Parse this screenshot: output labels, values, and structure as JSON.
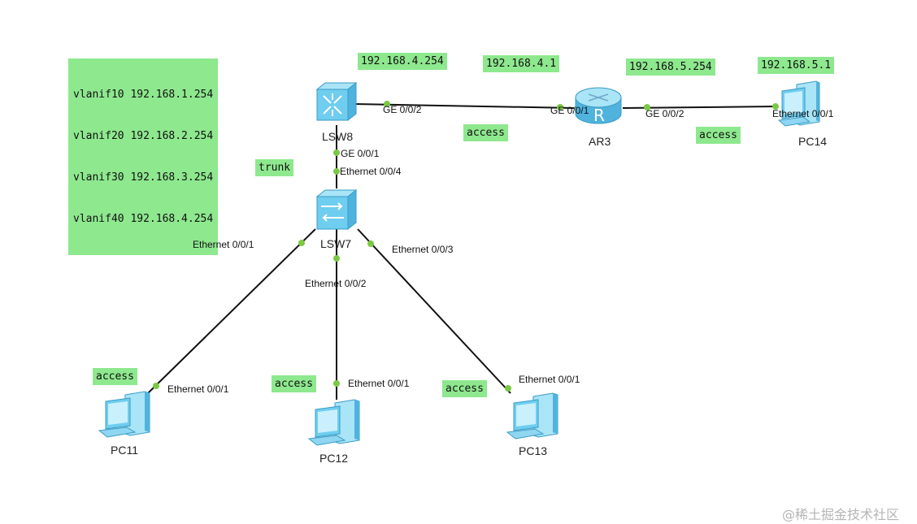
{
  "devices": {
    "lsw8": {
      "name": "LSW8"
    },
    "lsw7": {
      "name": "LSW7"
    },
    "ar3": {
      "name": "AR3"
    },
    "pc14": {
      "name": "PC14"
    },
    "pc11": {
      "name": "PC11"
    },
    "pc12": {
      "name": "PC12"
    },
    "pc13": {
      "name": "PC13"
    }
  },
  "notes": {
    "vlanif": [
      "vlanif10 192.168.1.254",
      "vlanif20 192.168.2.254",
      "vlanif30 192.168.3.254",
      "vlanif40 192.168.4.254"
    ],
    "ip_lsw8_ge002": "192.168.4.254",
    "ip_ar3_ge001": "192.168.4.1",
    "ip_ar3_ge002": "192.168.5.254",
    "ip_pc14": "192.168.5.1",
    "trunk": "trunk",
    "access_lsw8_ar3": "access",
    "access_ar3_pc14": "access",
    "access_pc11": "access",
    "access_pc12": "access",
    "access_pc13": "access"
  },
  "ports": {
    "lsw8_ge002": "GE 0/0/2",
    "ar3_ge001": "GE 0/0/1",
    "ar3_ge002": "GE 0/0/2",
    "pc14_eth": "Ethernet 0/0/1",
    "lsw8_ge001": "GE 0/0/1",
    "lsw7_eth004": "Ethernet 0/0/4",
    "lsw7_eth001": "Ethernet 0/0/1",
    "lsw7_eth002": "Ethernet 0/0/2",
    "lsw7_eth003": "Ethernet 0/0/3",
    "pc11_eth": "Ethernet 0/0/1",
    "pc12_eth": "Ethernet 0/0/1",
    "pc13_eth": "Ethernet 0/0/1"
  },
  "watermark": "@稀土掘金技术社区",
  "colors": {
    "note_bg": "#8ee88e",
    "link": "#111111",
    "port_dot": "#7ac943",
    "device": "#5cc7ef"
  }
}
